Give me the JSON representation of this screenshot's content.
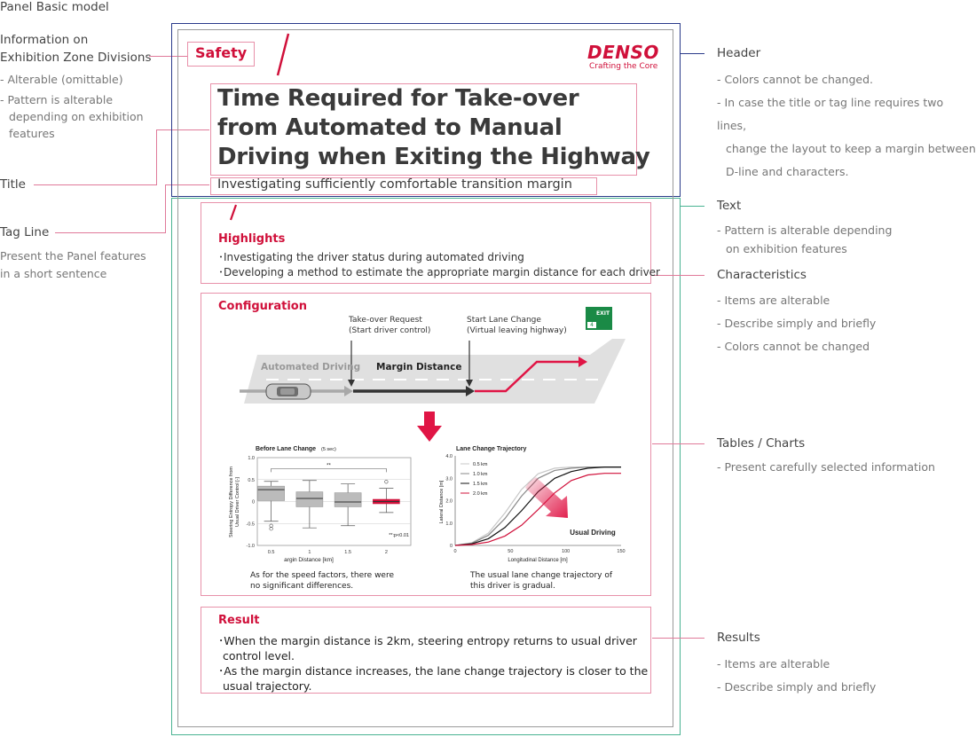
{
  "panel_label": "Panel Basic model",
  "left_annotations": {
    "zone": {
      "title": [
        "Information on",
        "Exhibition Zone Divisions"
      ],
      "notes": [
        "- Alterable (omittable)",
        "- Pattern is alterable",
        "depending on exhibition",
        "features"
      ]
    },
    "title": {
      "title": "Title"
    },
    "tagline": {
      "title": "Tag Line",
      "notes": [
        "Present the Panel features",
        "in a short sentence"
      ]
    }
  },
  "right_annotations": {
    "header": {
      "title": "Header",
      "notes": [
        "- Colors cannot be changed.",
        "- In case the title or tag line requires two lines,",
        "change the layout to keep a margin between",
        "D-line and characters."
      ]
    },
    "text": {
      "title": "Text",
      "notes": [
        "- Pattern is alterable depending",
        "on exhibition features"
      ]
    },
    "characteristics": {
      "title": "Characteristics",
      "notes": [
        "- Items are alterable",
        "- Describe simply and briefly",
        "- Colors cannot be changed"
      ]
    },
    "tables": {
      "title": "Tables / Charts",
      "notes": [
        "- Present carefully selected information"
      ]
    },
    "results": {
      "title": "Results",
      "notes": [
        "- Items are alterable",
        "- Describe simply and briefly"
      ]
    }
  },
  "panel": {
    "tag": "Safety",
    "brand": "DENSO",
    "brand_tagline": "Crafting the Core",
    "title_lines": [
      "Time Required for Take-over",
      "from Automated to Manual",
      "Driving when Exiting the Highway"
    ],
    "tagline": "Investigating sufficiently comfortable transition margin",
    "highlights": {
      "heading": "Highlights",
      "items": [
        "･Investigating the driver status during automated driving",
        "･Developing a method to estimate the appropriate margin distance for each driver"
      ]
    },
    "configuration": {
      "heading": "Configuration",
      "takeover": [
        "Take-over Request",
        "(Start driver control)"
      ],
      "lanechange": [
        "Start Lane Change",
        "(Virtual leaving highway)"
      ],
      "exit_sign": {
        "label": "EXIT",
        "number": "4"
      },
      "automated_label": "Automated Driving",
      "margin_label": "Margin Distance"
    },
    "chart_notes": {
      "left": [
        "As for the speed factors, there were",
        "no significant differences."
      ],
      "right": [
        "The usual lane change trajectory of",
        "this driver is gradual."
      ]
    },
    "result": {
      "heading": "Result",
      "items": [
        [
          "･When the margin distance is 2km, steering entropy returns to usual driver",
          "control level."
        ],
        [
          "･As the margin distance increases, the lane change trajectory is closer to the",
          "usual trajectory."
        ]
      ]
    }
  },
  "chart_data": [
    {
      "type": "box",
      "title": "Before Lane Change",
      "subtitle": "(5 sec)",
      "xlabel": "argin Distance [km]",
      "ylabel": [
        "Steering Entropy Difference from",
        "Usual Driver Control [-]"
      ],
      "categories": [
        "0.5",
        "1",
        "1.5",
        "2"
      ],
      "ylim": [
        -1.0,
        1.0
      ],
      "yticks": [
        "1.0",
        "0.5",
        "0",
        "-0.5",
        "-1.0"
      ],
      "boxes": [
        {
          "whisker_low": -0.45,
          "q1": 0.02,
          "median": 0.27,
          "q3": 0.35,
          "whisker_high": 0.46,
          "outliers": [
            -0.55,
            -0.62
          ]
        },
        {
          "whisker_low": -0.6,
          "q1": -0.12,
          "median": 0.07,
          "q3": 0.22,
          "whisker_high": 0.48,
          "outliers": []
        },
        {
          "whisker_low": -0.55,
          "q1": -0.12,
          "median": -0.01,
          "q3": 0.2,
          "whisker_high": 0.4,
          "outliers": []
        },
        {
          "whisker_low": -0.25,
          "q1": -0.05,
          "median": 0.0,
          "q3": 0.05,
          "whisker_high": 0.3,
          "outliers": [
            0.45
          ]
        }
      ],
      "significance_label": "**",
      "annotation": "**:p<0.01"
    },
    {
      "type": "line",
      "title": "Lane Change Trajectory",
      "xlabel": "Longitudinal Distance [m]",
      "ylabel": "Lateral Distance [m]",
      "xlim": [
        0,
        150
      ],
      "ylim": [
        0,
        4.0
      ],
      "xticks": [
        "0",
        "50",
        "100",
        "150"
      ],
      "yticks": [
        "4.0",
        "3.0",
        "2.0",
        "1.0",
        "0"
      ],
      "series": [
        {
          "name": "0.5 km",
          "color": "#c8c8c8",
          "x": [
            0,
            15,
            30,
            45,
            60,
            75,
            90,
            105,
            120,
            135,
            150
          ],
          "y": [
            0,
            0.12,
            0.55,
            1.45,
            2.5,
            3.2,
            3.45,
            3.5,
            3.5,
            3.5,
            3.5
          ]
        },
        {
          "name": "1.0 km",
          "color": "#888888",
          "x": [
            0,
            15,
            30,
            45,
            60,
            75,
            90,
            105,
            120,
            135,
            150
          ],
          "y": [
            0,
            0.1,
            0.45,
            1.2,
            2.2,
            3.0,
            3.35,
            3.45,
            3.5,
            3.5,
            3.5
          ]
        },
        {
          "name": "1.5 km",
          "color": "#111111",
          "x": [
            0,
            15,
            30,
            45,
            60,
            75,
            90,
            105,
            120,
            135,
            150
          ],
          "y": [
            0,
            0.07,
            0.3,
            0.8,
            1.55,
            2.4,
            3.0,
            3.3,
            3.45,
            3.5,
            3.5
          ]
        },
        {
          "name": "2.0 km",
          "color": "#d0103a",
          "x": [
            0,
            15,
            30,
            45,
            60,
            75,
            90,
            105,
            120,
            135,
            150
          ],
          "y": [
            0,
            0.04,
            0.15,
            0.42,
            0.9,
            1.6,
            2.35,
            2.9,
            3.15,
            3.22,
            3.22
          ]
        }
      ],
      "annotation": "Usual Driving"
    }
  ]
}
